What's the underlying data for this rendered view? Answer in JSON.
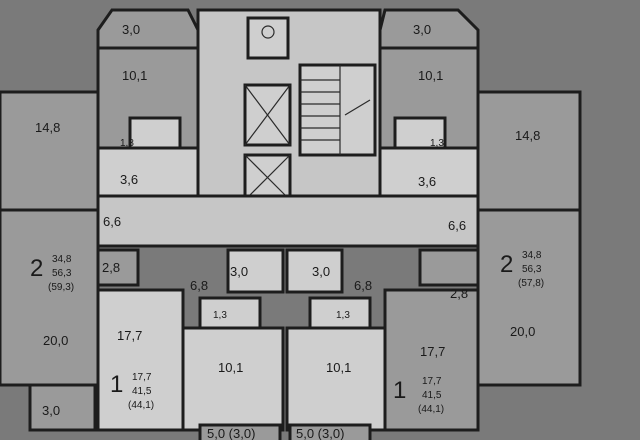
{
  "rooms": {
    "balcony_tl": "3,0",
    "balcony_tr": "3,0",
    "kitchen_tl": "10,1",
    "kitchen_tr": "10,1",
    "living_l": "14,8",
    "living_r": "14,8",
    "wc_l": "1,3",
    "wc_r": "1,3",
    "bath_l": "3,6",
    "bath_r": "3,6",
    "hall_l": "6,6",
    "hall_r": "6,6",
    "small_l": "2,8",
    "small_r": "2,8",
    "bath_cl": "3,0",
    "bath_cr": "3,0",
    "wc_cl": "1,3",
    "wc_cr": "1,3",
    "hall_cl": "6,8",
    "hall_cr": "6,8",
    "room_l_20": "20,0",
    "room_r_20": "20,0",
    "balcony_bl": "3,0",
    "room_177_l": "17,7",
    "room_177_r": "17,7",
    "kitchen_bl": "10,1",
    "kitchen_br": "10,1",
    "loggia_bl": "5,0 (3,0)",
    "loggia_br": "5,0 (3,0)"
  },
  "apartments": {
    "left_2": {
      "number": "2",
      "living": "34,8",
      "total": "56,3",
      "total_balc": "(59,3)"
    },
    "right_2": {
      "number": "2",
      "living": "34,8",
      "total": "56,3",
      "total_balc": "(57,8)"
    },
    "left_1": {
      "number": "1",
      "living": "17,7",
      "total": "41,5",
      "total_balc": "(44,1)"
    },
    "right_1": {
      "number": "1",
      "living": "17,7",
      "total": "41,5",
      "total_balc": "(44,1)"
    }
  }
}
